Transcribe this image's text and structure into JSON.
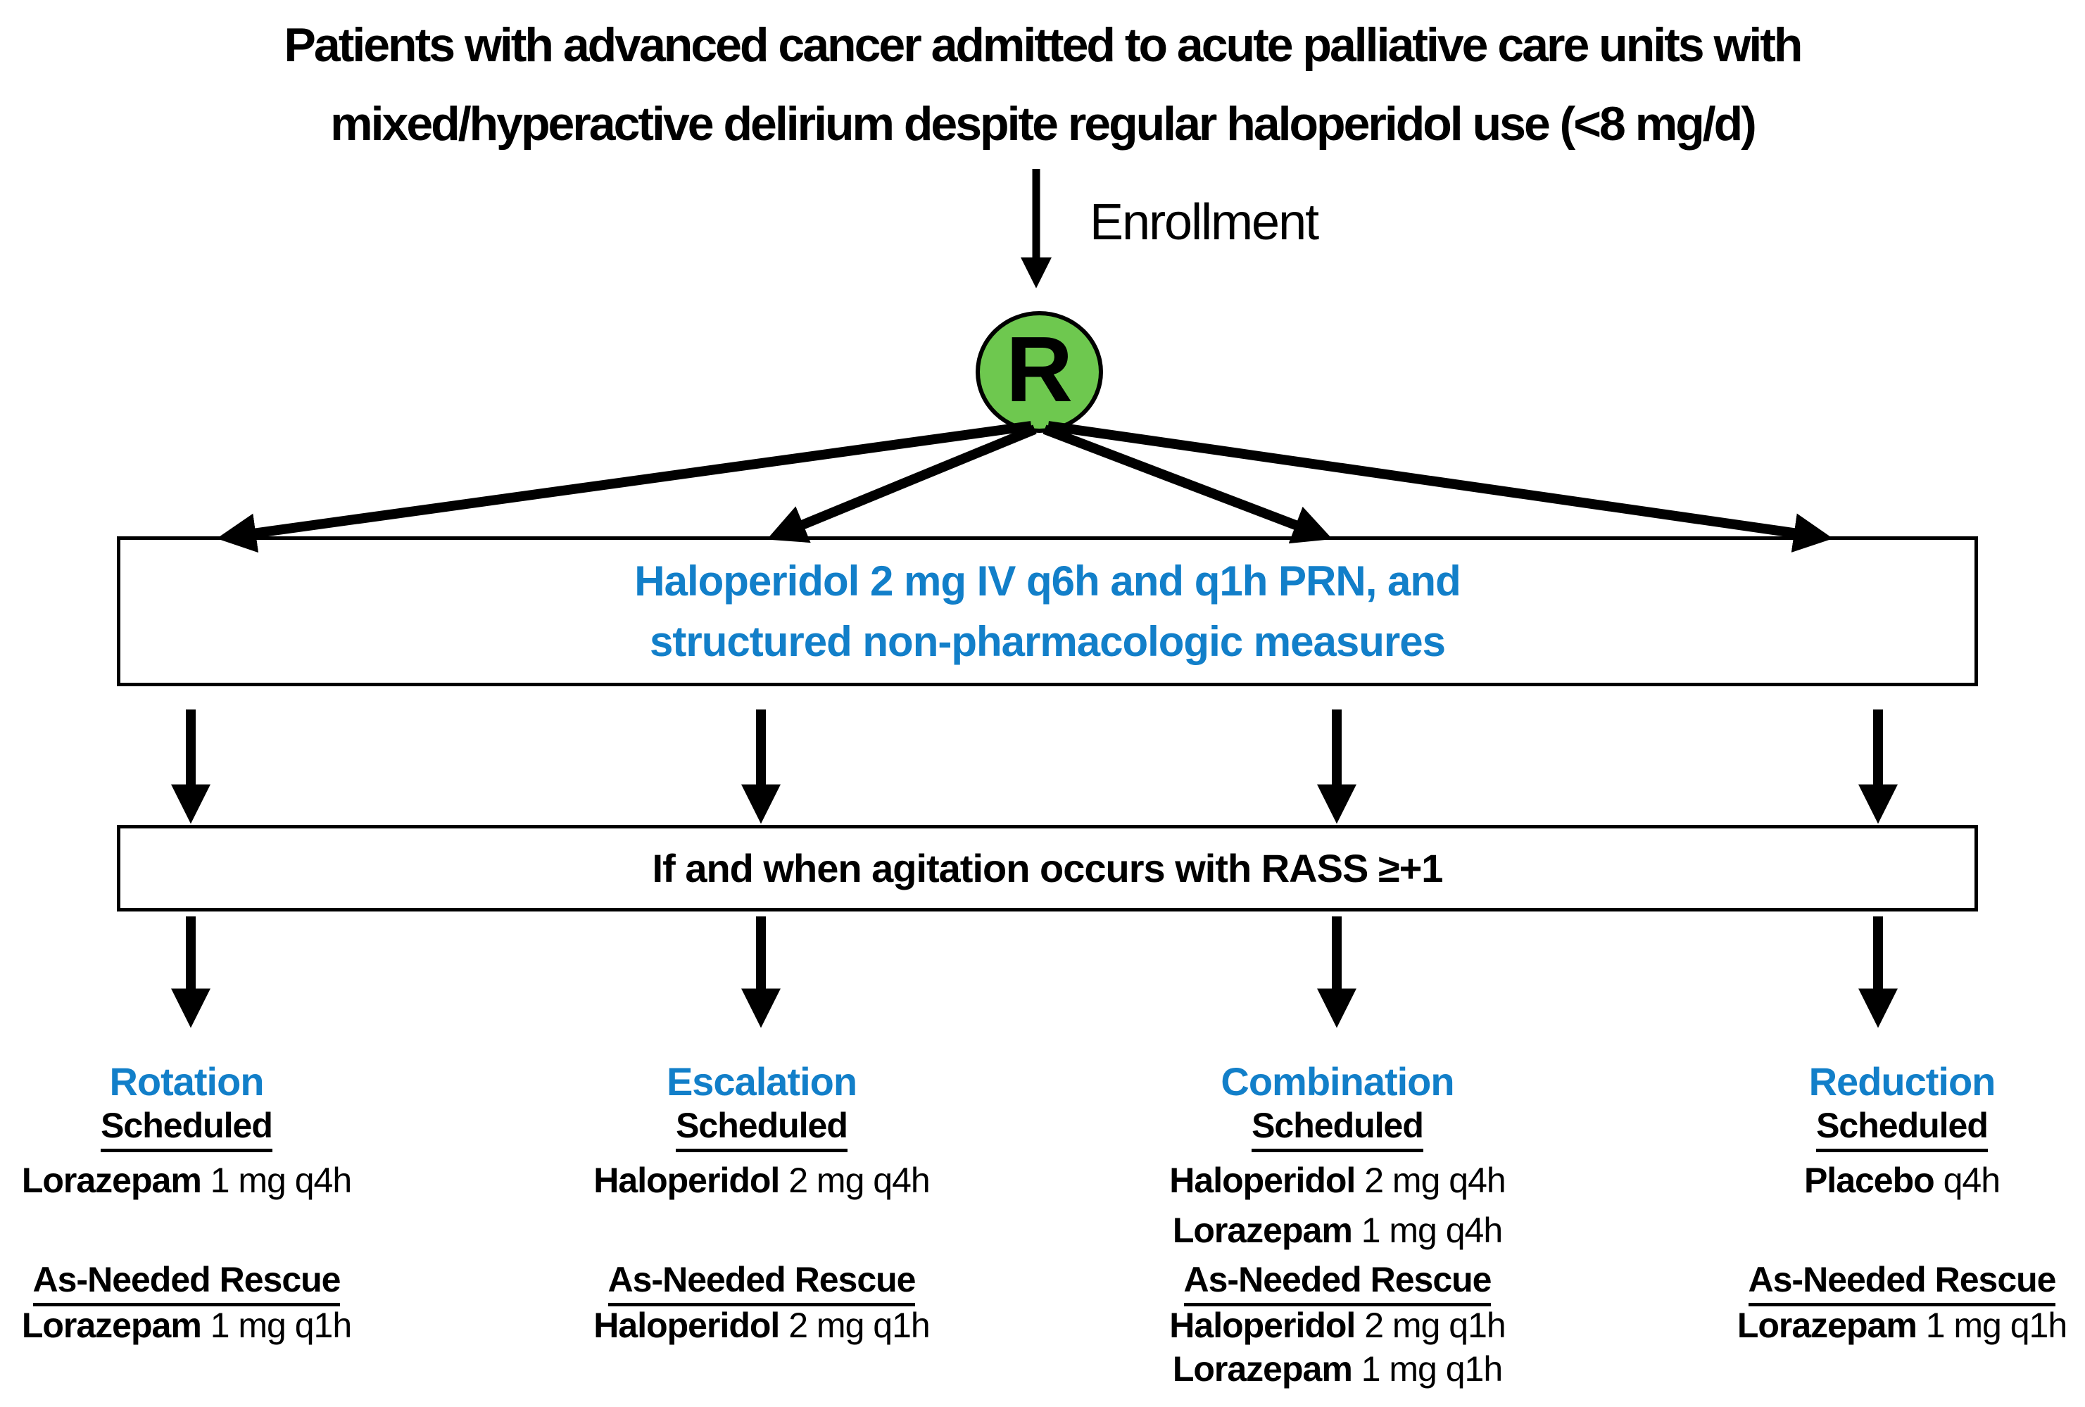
{
  "colors": {
    "accent_blue": "#127FC9",
    "green": "#6EC84F",
    "line_black": "#000000"
  },
  "header": {
    "title_line1": "Patients with advanced cancer admitted to acute palliative care units with",
    "title_line2": "mixed/hyperactive delirium despite regular haloperidol use (<8 mg/d)"
  },
  "enrollment": {
    "label": "Enrollment"
  },
  "randomization": {
    "symbol": "R"
  },
  "protocol_box": {
    "line1": "Haloperidol 2 mg IV q6h and q1h PRN, and",
    "line2": "structured non-pharmacologic measures"
  },
  "trigger_box": {
    "text": "If and when agitation occurs with RASS ≥+1"
  },
  "labels": {
    "scheduled": "Scheduled",
    "rescue": "As-Needed Rescue"
  },
  "arms": [
    {
      "name": "Rotation",
      "scheduled": [
        {
          "drug": "Lorazepam",
          "dose": "1 mg q4h"
        }
      ],
      "rescue": [
        {
          "drug": "Lorazepam",
          "dose": "1 mg q1h"
        }
      ]
    },
    {
      "name": "Escalation",
      "scheduled": [
        {
          "drug": "Haloperidol",
          "dose": "2 mg q4h"
        }
      ],
      "rescue": [
        {
          "drug": "Haloperidol",
          "dose": "2 mg q1h"
        }
      ]
    },
    {
      "name": "Combination",
      "scheduled": [
        {
          "drug": "Haloperidol",
          "dose": "2 mg q4h"
        },
        {
          "drug": "Lorazepam",
          "dose": "1 mg q4h"
        }
      ],
      "rescue": [
        {
          "drug": "Haloperidol",
          "dose": "2 mg q1h"
        },
        {
          "drug": "Lorazepam",
          "dose": "1 mg q1h"
        }
      ]
    },
    {
      "name": "Reduction",
      "scheduled": [
        {
          "drug": "Placebo",
          "dose": "q4h"
        }
      ],
      "rescue": [
        {
          "drug": "Lorazepam",
          "dose": "1 mg q1h"
        }
      ]
    }
  ]
}
